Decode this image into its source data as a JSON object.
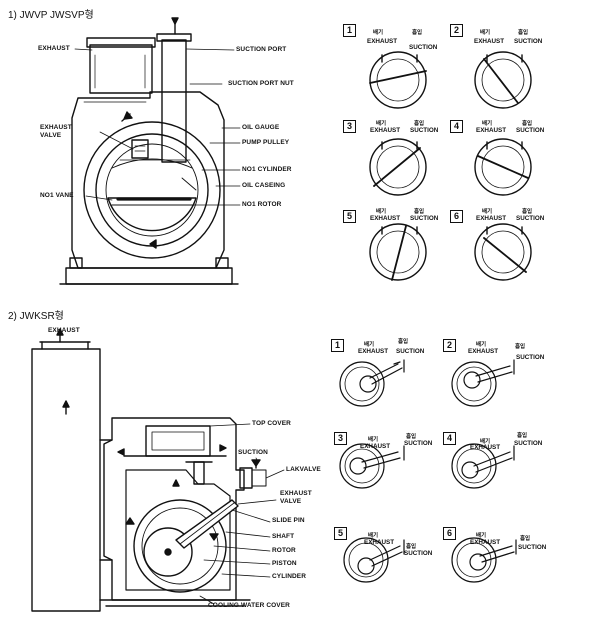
{
  "sections": [
    {
      "title": "1) JWVP JWSVP형"
    },
    {
      "title": "2) JWKSR형"
    }
  ],
  "pump1": {
    "labels": {
      "exhaust": "EXHAUST",
      "suction_port": "SUCTION PORT",
      "suction_port_nut": "SUCTION PORT NUT",
      "exhaust_valve_1": "EXHAUST",
      "exhaust_valve_2": "VALVE",
      "oil_gauge": "OIL GAUGE",
      "pump_pulley": "PUMP PULLEY",
      "no1_cylinder": "NO1 CYLINDER",
      "oil_caseing": "OIL CASEING",
      "no1_vane": "NO1 VANE",
      "no1_rotor": "NO1 ROTOR"
    }
  },
  "pump2": {
    "labels": {
      "exhaust": "EXHAUST",
      "top_cover": "TOP COVER",
      "suction": "SUCTION",
      "lakvalve": "LAKVALVE",
      "exhaust_valve_1": "EXHAUST",
      "exhaust_valve_2": "VALVE",
      "slide_pin": "SLIDE PIN",
      "shaft": "SHAFT",
      "rotor": "ROTOR",
      "piston": "PISTON",
      "cylinder": "CYLINDER",
      "cooling_water_cover": "COOLING WATER COVER"
    }
  },
  "stages_vane": [
    {
      "num": "1",
      "kr_exhaust": "배기",
      "kr_suction": "흡입",
      "exhaust": "EXHAUST",
      "suction": "SUCTION"
    },
    {
      "num": "2",
      "kr_exhaust": "배기",
      "kr_suction": "흡입",
      "exhaust": "EXHAUST",
      "suction": "SUCTION"
    },
    {
      "num": "3",
      "kr_exhaust": "배기",
      "kr_suction": "흡입",
      "exhaust": "EXHAUST",
      "suction": "SUCTION"
    },
    {
      "num": "4",
      "kr_exhaust": "배기",
      "kr_suction": "흡입",
      "exhaust": "EXHAUST",
      "suction": "SUCTION"
    },
    {
      "num": "5",
      "kr_exhaust": "배기",
      "kr_suction": "흡입",
      "exhaust": "EXHAUST",
      "suction": "SUCTION"
    },
    {
      "num": "6",
      "kr_exhaust": "배기",
      "kr_suction": "흡입",
      "exhaust": "EXHAUST",
      "suction": "SUCTION"
    }
  ],
  "stages_piston": [
    {
      "num": "1",
      "kr_exhaust": "배기",
      "kr_suction": "흡입",
      "exhaust": "EXHAUST",
      "suction": "SUCTION"
    },
    {
      "num": "2",
      "kr_exhaust": "배기",
      "kr_suction": "흡입",
      "exhaust": "EXHAUST",
      "suction": "SUCTION"
    },
    {
      "num": "3",
      "kr_exhaust": "배기",
      "kr_suction": "흡입",
      "exhaust": "EXHAUST",
      "suction": "SUCTION"
    },
    {
      "num": "4",
      "kr_exhaust": "배기",
      "kr_suction": "흡입",
      "exhaust": "EXHAUST",
      "suction": "SUCTION"
    },
    {
      "num": "5",
      "kr_exhaust": "배기",
      "kr_suction": "흡입",
      "exhaust": "EXHAUST",
      "suction": "SUCTION"
    },
    {
      "num": "6",
      "kr_exhaust": "배기",
      "kr_suction": "흡입",
      "exhaust": "EXHAUST",
      "suction": "SUCTION"
    }
  ]
}
